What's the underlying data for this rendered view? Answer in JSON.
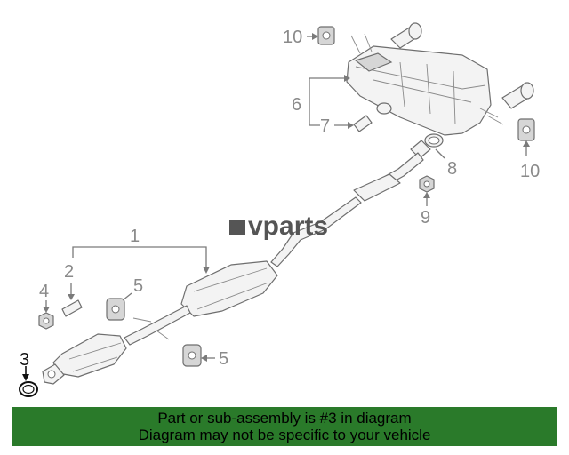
{
  "watermark": {
    "text": "vparts"
  },
  "callouts": [
    {
      "id": "10",
      "text": "10"
    },
    {
      "id": "6",
      "text": "6"
    },
    {
      "id": "7",
      "text": "7"
    },
    {
      "id": "8",
      "text": "8"
    },
    {
      "id": "10b",
      "text": "10"
    },
    {
      "id": "9",
      "text": "9"
    },
    {
      "id": "1",
      "text": "1"
    },
    {
      "id": "2",
      "text": "2"
    },
    {
      "id": "4",
      "text": "4"
    },
    {
      "id": "5",
      "text": "5"
    },
    {
      "id": "5b",
      "text": "5"
    },
    {
      "id": "3",
      "text": "3"
    }
  ],
  "highlighted_part": "3",
  "banner": {
    "line1": "Part or sub-assembly is #3 in diagram",
    "line2": "Diagram may not be specific to your vehicle",
    "color": "#2a7a2a"
  }
}
